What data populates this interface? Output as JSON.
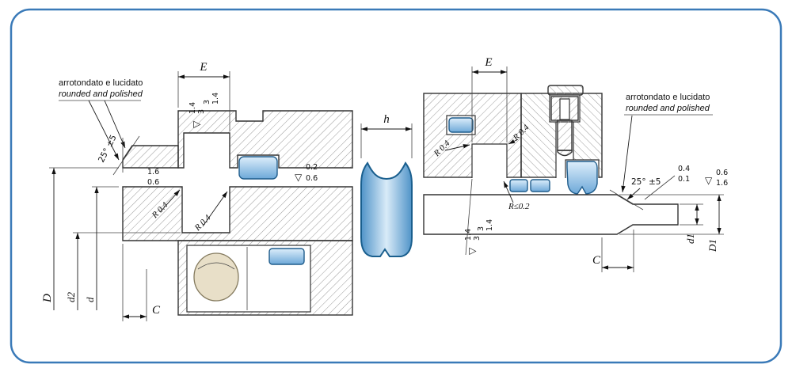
{
  "border_color": "#3a7ab8",
  "left": {
    "note1": "arrotondato  e lucidato",
    "note2": "rounded and polished",
    "dim_E": "E",
    "dim_C": "C",
    "dim_D": "D",
    "dim_d2": "d2",
    "dim_d": "d",
    "angle": "25° ±5",
    "r1": "R 0.4",
    "r2": "R 0.4",
    "tri": "▽",
    "rough_flank_a_1": "1.4",
    "rough_flank_a_2": "3",
    "rough_flank_b_1": "3",
    "rough_flank_b_2": "1.4",
    "rough_chamfer_1": "1.6",
    "rough_chamfer_2": "0.6",
    "rough_bore_1": "0.2",
    "rough_bore_2": "0.6"
  },
  "seal": {
    "dim_h": "h"
  },
  "right": {
    "note1": "arrotondato e lucidato",
    "note2": "rounded and polished",
    "dim_E": "E",
    "dim_C": "C",
    "dim_d1": "d1",
    "dim_D1": "D1",
    "angle": "25° ±5",
    "r1": "R 0.4",
    "r2": "R 0.4",
    "r3": "R≤0.2",
    "tri": "▽",
    "rough_flank_a_1": "1.4",
    "rough_flank_a_2": "3",
    "rough_flank_b_1": "3",
    "rough_flank_b_2": "1.4",
    "rough_edge_1": "0.4",
    "rough_edge_2": "0.1",
    "rough_face_1": "0.6",
    "rough_face_2": "1.6"
  }
}
